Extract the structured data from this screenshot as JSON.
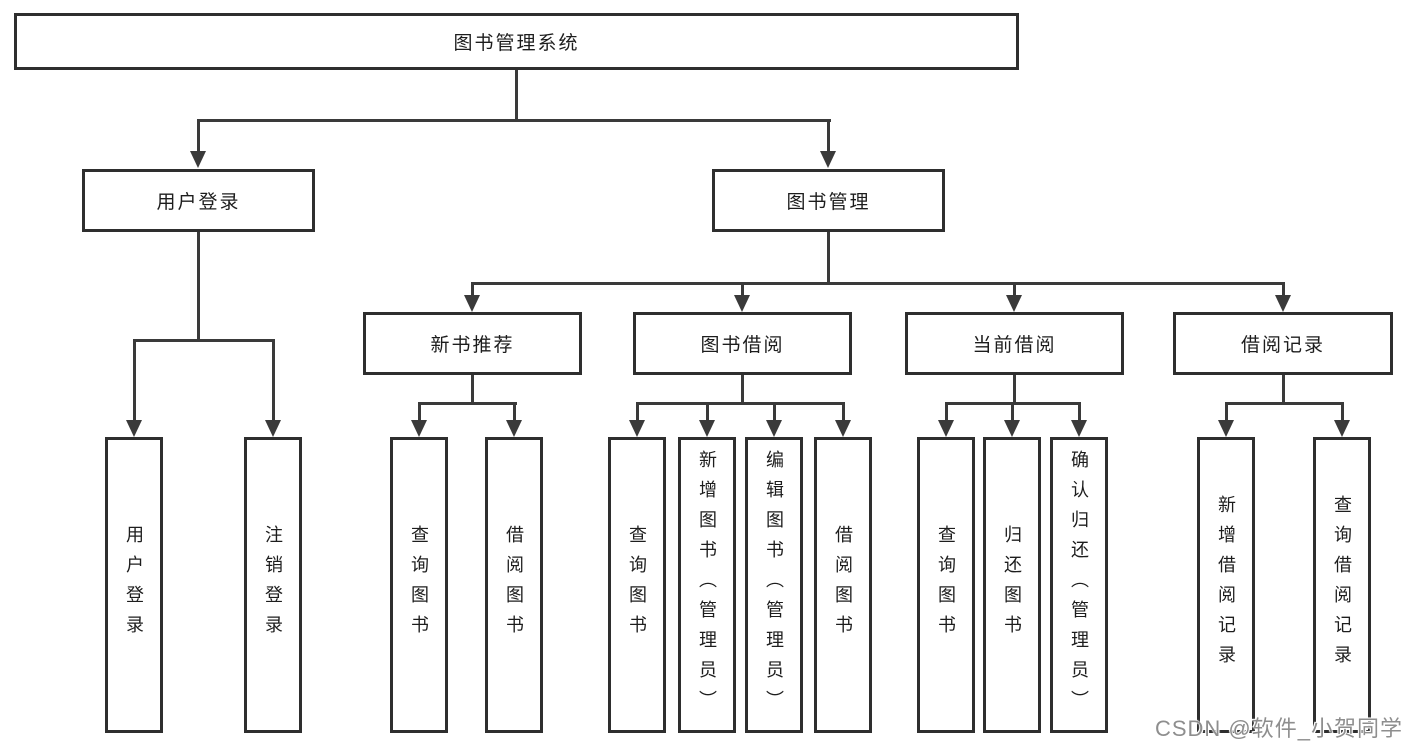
{
  "tree": {
    "label": "图书管理系统",
    "children": [
      {
        "label": "用户登录",
        "children": [
          {
            "label": "用户登录"
          },
          {
            "label": "注销登录"
          }
        ]
      },
      {
        "label": "图书管理",
        "children": [
          {
            "label": "新书推荐",
            "children": [
              {
                "label": "查询图书"
              },
              {
                "label": "借阅图书"
              }
            ]
          },
          {
            "label": "图书借阅",
            "children": [
              {
                "label": "查询图书"
              },
              {
                "label": "新增图书（管理员）"
              },
              {
                "label": "编辑图书（管理员）"
              },
              {
                "label": "借阅图书"
              }
            ]
          },
          {
            "label": "当前借阅",
            "children": [
              {
                "label": "查询图书"
              },
              {
                "label": "归还图书"
              },
              {
                "label": "确认归还（管理员）"
              }
            ]
          },
          {
            "label": "借阅记录",
            "children": [
              {
                "label": "新增借阅记录"
              },
              {
                "label": "查询借阅记录"
              }
            ]
          }
        ]
      }
    ]
  },
  "watermark": {
    "text": "CSDN @软件_小贺同学"
  },
  "colors": {
    "background": "#ffffff",
    "box_border": "#2e2e2e",
    "line": "#3a3a3a",
    "text": "#1d1d1d",
    "watermark": "#8e8e8e"
  }
}
